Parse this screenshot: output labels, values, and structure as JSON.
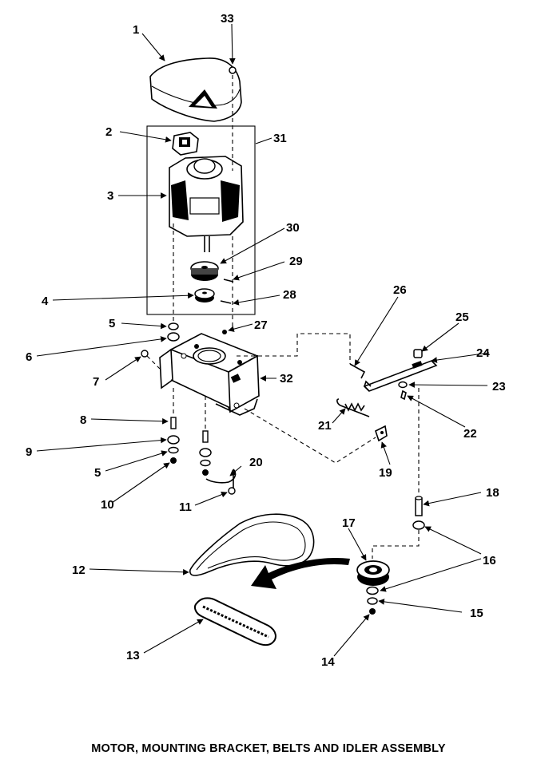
{
  "caption": "MOTOR, MOUNTING BRACKET, BELTS AND IDLER ASSEMBLY",
  "callouts": [
    "1",
    "2",
    "3",
    "4",
    "5",
    "6",
    "7",
    "8",
    "9",
    "5",
    "10",
    "11",
    "12",
    "13",
    "14",
    "15",
    "16",
    "17",
    "18",
    "19",
    "20",
    "21",
    "22",
    "23",
    "24",
    "25",
    "26",
    "27",
    "28",
    "29",
    "30",
    "31",
    "32",
    "33"
  ]
}
